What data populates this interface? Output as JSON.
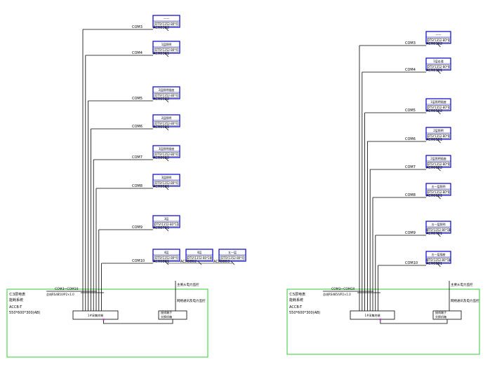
{
  "colors": {
    "line": "#000000",
    "meter_frame": "#0000cc",
    "cabinet": "#33cc33",
    "marker": "#cc33cc"
  },
  "panels": [
    {
      "cabinet": {
        "name": "仁3层电表",
        "sub": "能耗系统",
        "model": "ACCB-T",
        "size": "550*600*300(AB)"
      },
      "bus_label": "COM3~COM10",
      "bus_sub": "总线RS485/VP2×1.0",
      "gateway": "1#采集终端",
      "switch_box": "接线端子",
      "switch_side": "交换机箱",
      "switch_title": "主要从电力监控",
      "switch_note": "网络通讯及电力监控",
      "branches": [
        {
          "com": "COM3",
          "meters": [
            {
              "name": "——",
              "model": "DTSY1352-80*4",
              "id": "ACR0302"
            }
          ]
        },
        {
          "com": "COM4",
          "meters": [
            {
              "name": "1层照明",
              "model": "DTSY1352-80*4",
              "id": "ACR0301"
            }
          ]
        },
        {
          "com": "COM5",
          "meters": [
            {
              "name": "2层照明插座",
              "model": "DTSY1352-80*4",
              "id": "ACR0502"
            }
          ]
        },
        {
          "com": "COM6",
          "meters": [
            {
              "name": "2层照明",
              "model": "DTSY1352-80*4",
              "id": "ACR0501"
            }
          ]
        },
        {
          "com": "COM7",
          "meters": [
            {
              "name": "3层照明插座",
              "model": "DTSY1352-80*4",
              "id": "ACR0602"
            }
          ]
        },
        {
          "com": "COM8",
          "meters": [
            {
              "name": "3层照明",
              "model": "DTSY1352-80*4",
              "id": "ACR0601"
            }
          ]
        },
        {
          "com": "COM9",
          "meters": [
            {
              "name": "3层",
              "model": "DTSY1352-80*13",
              "id": "ACR0701"
            }
          ]
        },
        {
          "com": "COM10",
          "meters": [
            {
              "name": "4层",
              "model": "DTSY1352-80*4",
              "id": "ACR0801"
            },
            {
              "name": "4层",
              "model": "DTSY1352-80*24",
              "id": "ACR0802"
            },
            {
              "name": "五一层",
              "model": "DTSY1352-80*4",
              "id": "ACR0803"
            }
          ]
        }
      ]
    },
    {
      "cabinet": {
        "name": "仁5层电表",
        "sub": "能耗系统",
        "model": "ACCB-T",
        "size": "550*600*300(AB)"
      },
      "bus_label": "COM3~COM10",
      "bus_sub": "总线RS485/VP2×1.0",
      "gateway": "1#采集终端",
      "switch_box": "接线端子",
      "switch_side": "交换机箱",
      "switch_title": "主要从电力监控",
      "switch_note": "网络通讯及电力监控",
      "branches": [
        {
          "com": "COM3",
          "meters": [
            {
              "name": "——",
              "model": "DTSY1352-80*4",
              "id": "ACR0302"
            }
          ]
        },
        {
          "com": "COM4",
          "meters": [
            {
              "name": "1层走道",
              "model": "DTSY1352-80*4",
              "id": "ACR0301"
            }
          ]
        },
        {
          "com": "COM5",
          "meters": [
            {
              "name": "1层照明插座",
              "model": "DTSY1352-80*4",
              "id": "ACR0502"
            }
          ]
        },
        {
          "com": "COM6",
          "meters": [
            {
              "name": "2层照明",
              "model": "DTSY1352-80*4",
              "id": "ACR0501"
            }
          ]
        },
        {
          "com": "COM7",
          "meters": [
            {
              "name": "2层照明插座",
              "model": "DTSY1352-80*4",
              "id": "ACR0602"
            }
          ]
        },
        {
          "com": "COM8",
          "meters": [
            {
              "name": "五一层照明",
              "model": "DTSY1352-80*4",
              "id": "ACR0601"
            }
          ]
        },
        {
          "com": "COM9",
          "meters": [
            {
              "name": "五一层照明",
              "model": "DTSY1352-80*18",
              "id": "ACR0701"
            }
          ]
        },
        {
          "com": "COM10",
          "meters": [
            {
              "name": "五一层插座",
              "model": "DTSY1352-80*18",
              "id": "ACR0801"
            }
          ]
        }
      ]
    }
  ]
}
